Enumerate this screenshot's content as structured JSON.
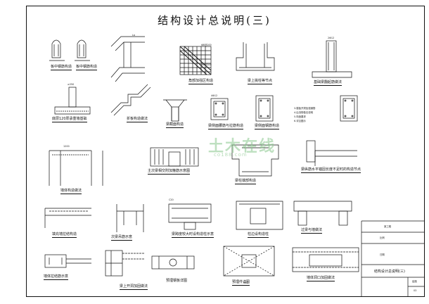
{
  "title": "结构设计总说明(三)",
  "watermark": {
    "cn": "土木在线",
    "en": "co188.com"
  },
  "labels": {
    "d1a": "板中钢筋构造",
    "d1b": "板中钢筋构造",
    "d2": "角部加强区构造",
    "d3": "梁上挑柱等节点",
    "d4": "基础梁翻起筋做法",
    "d5": "底层120厚承重墙基础",
    "d6": "折板构造做法",
    "d7": "梁截面构造",
    "d8": "梁侧面腰筋与拉筋构造",
    "d9": "梁侧面钢筋构造",
    "d10": "主次梁相交附加箍筋示意图",
    "d11": "梁柱端部构造",
    "d12": "梁纵筋水平锚固长度不足时的构造节点",
    "d13": "墙体构造做法",
    "d14": "次梁吊筋示意",
    "d15": "填充墙拉结构造",
    "d16": "墙体拉结筋示意",
    "d17": "梁跨度较大时设构造柱示意",
    "d18": "柱边设构造柱",
    "d19": "过梁与墙做法",
    "d20": "预埋钢板详图",
    "d21": "梁上开洞加固做法",
    "d22": "预埋件详图",
    "d23": "墙体洞口加固做法",
    "note_a": "3.楼板开洞加强钢筋",
    "note_b": "4.后浇带做法说明",
    "note_c": "5.构造要求",
    "note_d": "6.详见图示",
    "tb_project": "某工程",
    "tb_drawing": "结构设计总说明(三)",
    "tb_no": "结施",
    "tb_sheet": "03",
    "tb_small1": "比例",
    "tb_small2": "日期"
  },
  "dims": {
    "dim1": "1200",
    "dim2": "Φ8@200",
    "dim3": "2Φ12",
    "dim4": "La",
    "dim5": "≥250",
    "dim6": "Φ6@200",
    "dim7": "4Φ12",
    "dim8": "500",
    "dim9": "C20"
  }
}
